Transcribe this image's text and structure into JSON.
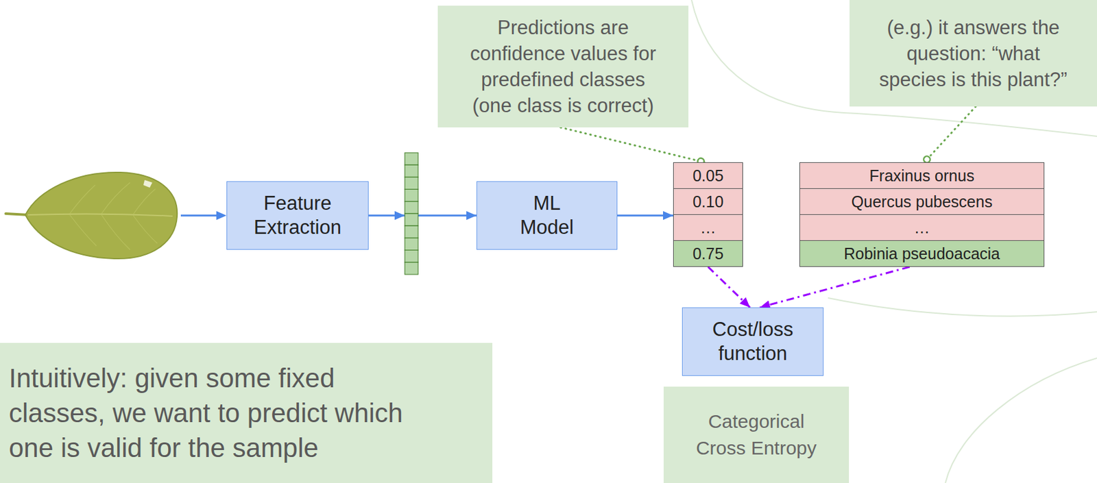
{
  "diagram": {
    "nodes": [
      {
        "text": [
          "Predictions are confidence values for predefined classes (one class is correct)"
        ]
      },
      {
        "text": [
          "(e.g.) it answers the question: “what species is this plant?”"
        ]
      },
      {
        "text": [
          "Feature Extraction"
        ]
      },
      {
        "text": [
          "ML Model"
        ]
      },
      {
        "text": [
          "0.05"
        ]
      },
      {
        "text": [
          "0.10"
        ]
      },
      {
        "text": [
          "…"
        ]
      },
      {
        "text": [
          "0.75"
        ]
      },
      {
        "text": [
          "Fraxinus ornus"
        ]
      },
      {
        "text": [
          "Quercus pubescens"
        ]
      },
      {
        "text": [
          "…"
        ]
      },
      {
        "text": [
          "Robinia pseudoacacia"
        ]
      },
      {
        "text": [
          "Cost/loss function"
        ]
      },
      {
        "text": [
          "Intuitively: given some fixed classes, we want to predict which one is valid for the sample"
        ]
      },
      {
        "text": [
          "Categorical Cross Entropy"
        ]
      }
    ],
    "edges": [
      {
        "from": 2,
        "to": 3,
        "arrow": "to"
      },
      {
        "from": 3,
        "to": 6,
        "arrow": "to"
      },
      {
        "from": 7,
        "to": 12,
        "arrow": "to"
      },
      {
        "from": 11,
        "to": 12,
        "arrow": "to"
      },
      {
        "from": 0,
        "to": 4,
        "arrow": "none"
      },
      {
        "from": 1,
        "to": 8,
        "arrow": "none"
      }
    ]
  }
}
